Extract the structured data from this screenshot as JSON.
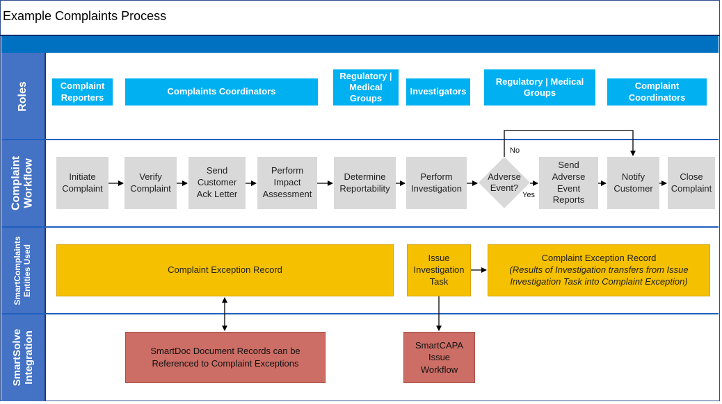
{
  "title": "Example Complaints Process",
  "lanes": {
    "roles": "Roles",
    "workflow_line1": "Complaint",
    "workflow_line2": "Workflow",
    "entities_line1": "SmartComplaints",
    "entities_line2": "Entities Used",
    "integration_line1": "SmartSolve",
    "integration_line2": "Integration"
  },
  "roles": [
    "Complaint Reporters",
    "Complaints Coordinators",
    "Regulatory | Medical Groups",
    "Investigators",
    "Regulatory | Medical Groups",
    "Complaint Coordinators"
  ],
  "workflow": {
    "initiate": "Initiate Complaint",
    "verify": "Verify Complaint",
    "send_ack": "Send Customer Ack Letter",
    "impact": "Perform Impact Assessment",
    "reportability": "Determine Reportability",
    "investigation": "Perform Investigation",
    "decision": "Adverse Event?",
    "send_reports": "Send Adverse Event Reports",
    "notify": "Notify Customer",
    "close": "Close Complaint",
    "no_label": "No",
    "yes_label": "Yes"
  },
  "entities": {
    "record": "Complaint Exception Record",
    "task": "Issue Investigation Task",
    "record2_title": "Complaint Exception Record",
    "record2_note": "(Results of Investigation transfers from Issue Investigation Task into Complaint Exception)"
  },
  "integration": {
    "smartdoc": "SmartDoc Document Records can be Referenced to Complaint Exceptions",
    "smartcapa": "SmartCAPA Issue Workflow"
  },
  "colors": {
    "lane_header": "#4472c4",
    "top_bar": "#0070c0",
    "role_box": "#00b0f0",
    "step_box": "#d9d9d9",
    "entity_box": "#f5c000",
    "integration_box": "#cc6e66"
  }
}
